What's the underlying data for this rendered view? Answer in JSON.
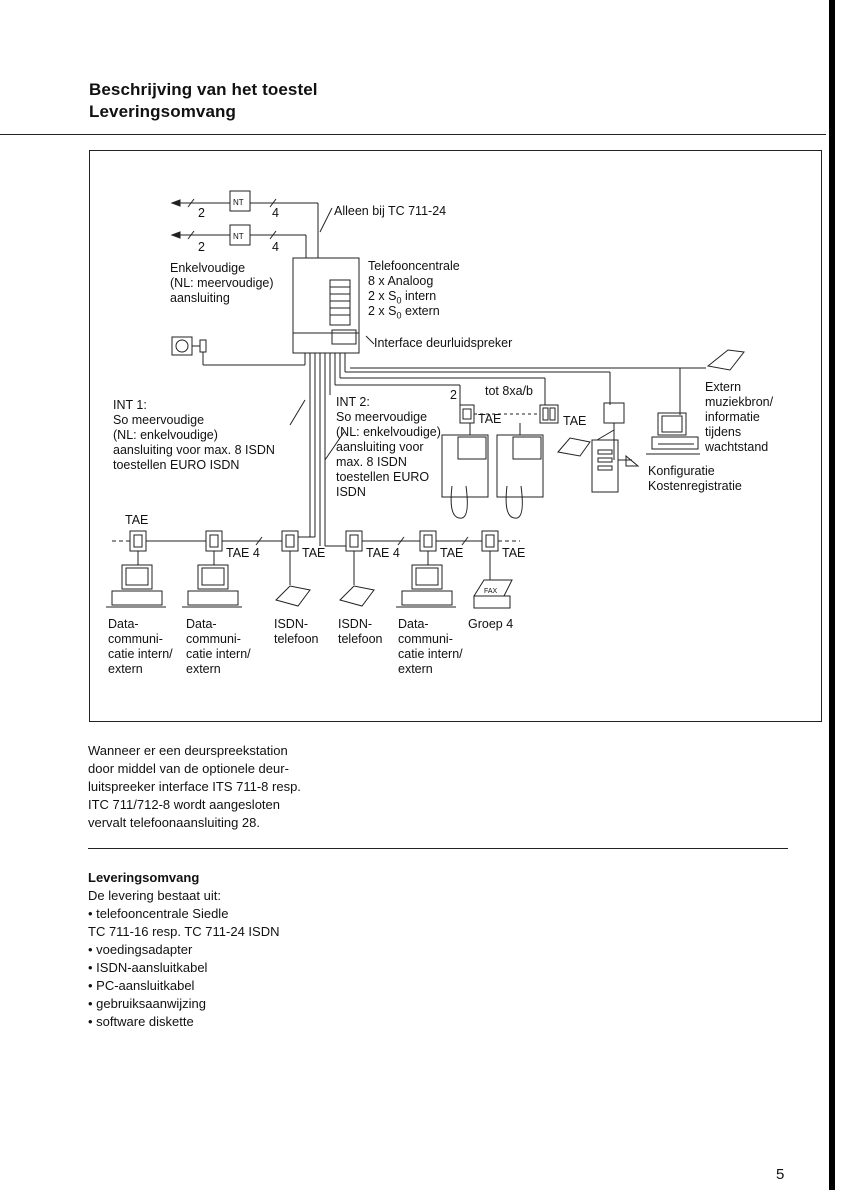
{
  "header": {
    "line1": "Beschrijving van het toestel",
    "line2": "Leveringsomvang"
  },
  "diagram": {
    "nt_label": "NT",
    "wire_count_left": "2",
    "wire_count_right": "4",
    "enkel_1": "Enkelvoudige",
    "enkel_2": "(NL: meervoudige)",
    "enkel_3": "aansluiting",
    "alleen": "Alleen bij TC 711-24",
    "tc_1": "Telefooncentrale",
    "tc_2": "8 x Analoog",
    "tc_3a": "2 x S",
    "tc_3sub": "0",
    "tc_3b": " intern",
    "tc_4a": "2 x S",
    "tc_4sub": "0",
    "tc_4b": " extern",
    "interface": "Interface deurluidspreker",
    "int1_1": "INT 1:",
    "int1_2": "So meervoudige",
    "int1_3": "(NL: enkelvoudige)",
    "int1_4": "aansluiting voor max. 8 ISDN",
    "int1_5": "toestellen EURO ISDN",
    "int2_1": "INT 2:",
    "int2_2": "So meervoudige",
    "int2_3": "(NL: enkelvoudige)",
    "int2_4": "aansluiting voor",
    "int2_5": "max. 8 ISDN",
    "int2_6": "toestellen EURO",
    "int2_7": "ISDN",
    "two": "2",
    "tot": "tot 8xa/b",
    "tae": "TAE",
    "tae4": "TAE 4",
    "extern_1": "Extern",
    "extern_2": "muziekbron/",
    "extern_3": "informatie",
    "extern_4": "tijdens",
    "extern_5": "wachtstand",
    "konf_1": "Konfiguratie",
    "konf_2": "Kostenregistratie",
    "fax": "FAX",
    "dev1": "Data-\ncommuni-\ncatie intern/\nextern",
    "dev2": "Data-\ncommuni-\ncatie intern/\nextern",
    "dev3": "ISDN-\ntelefoon",
    "dev4": "ISDN-\ntelefoon",
    "dev5": "Data-\ncommuni-\ncatie intern/\nextern",
    "dev6": "Groep 4"
  },
  "paragraph": "Wanneer er een deurspreekstation\ndoor middel van de optionele deur-\nluitspreeker interface ITS 711-8 resp.\nITC 711/712-8 wordt aangesloten\nvervalt telefoonaansluiting 28.",
  "delivery": {
    "title": "Leveringsomvang",
    "intro": "De levering bestaat uit:",
    "items": [
      "• telefooncentrale Siedle",
      "TC 711-16 resp. TC 711-24 ISDN",
      "• voedingsadapter",
      "• ISDN-aansluitkabel",
      "• PC-aansluitkabel",
      "• gebruiksaanwijzing",
      "• software diskette"
    ]
  },
  "page_number": "5"
}
